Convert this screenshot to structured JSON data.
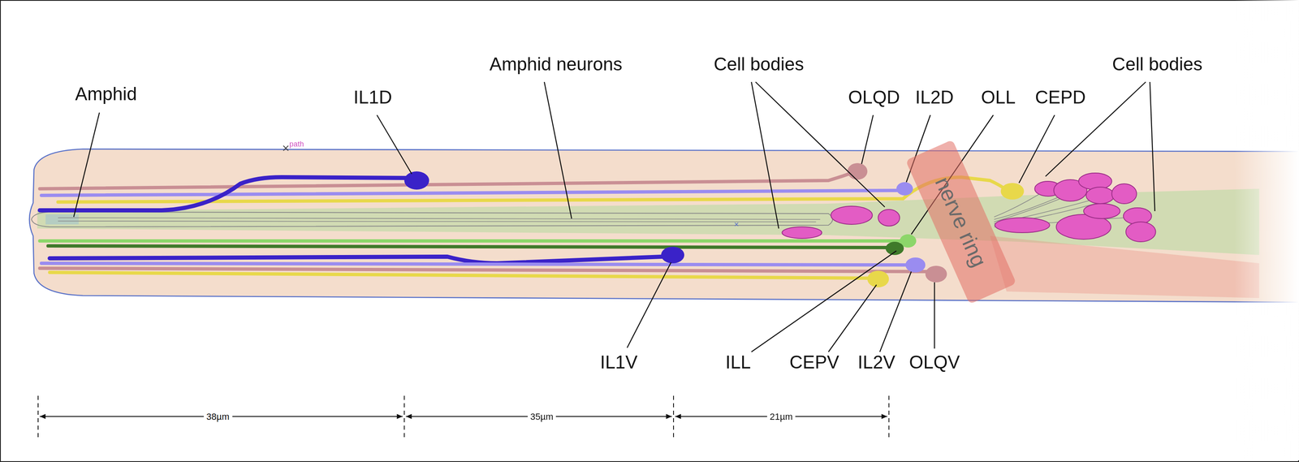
{
  "diagram": {
    "nodes": [
      {
        "text": [
          "nerve ring"
        ]
      }
    ],
    "labels": [
      "Amphid",
      "IL1D",
      "Amphid neurons",
      "Cell bodies",
      "OLQD",
      "IL2D",
      "OLL",
      "CEPD",
      "Cell bodies",
      "IL1V",
      "ILL",
      "CEPV",
      "IL2V",
      "OLQV",
      "38µm",
      "35µm",
      "21µm",
      "path"
    ]
  }
}
